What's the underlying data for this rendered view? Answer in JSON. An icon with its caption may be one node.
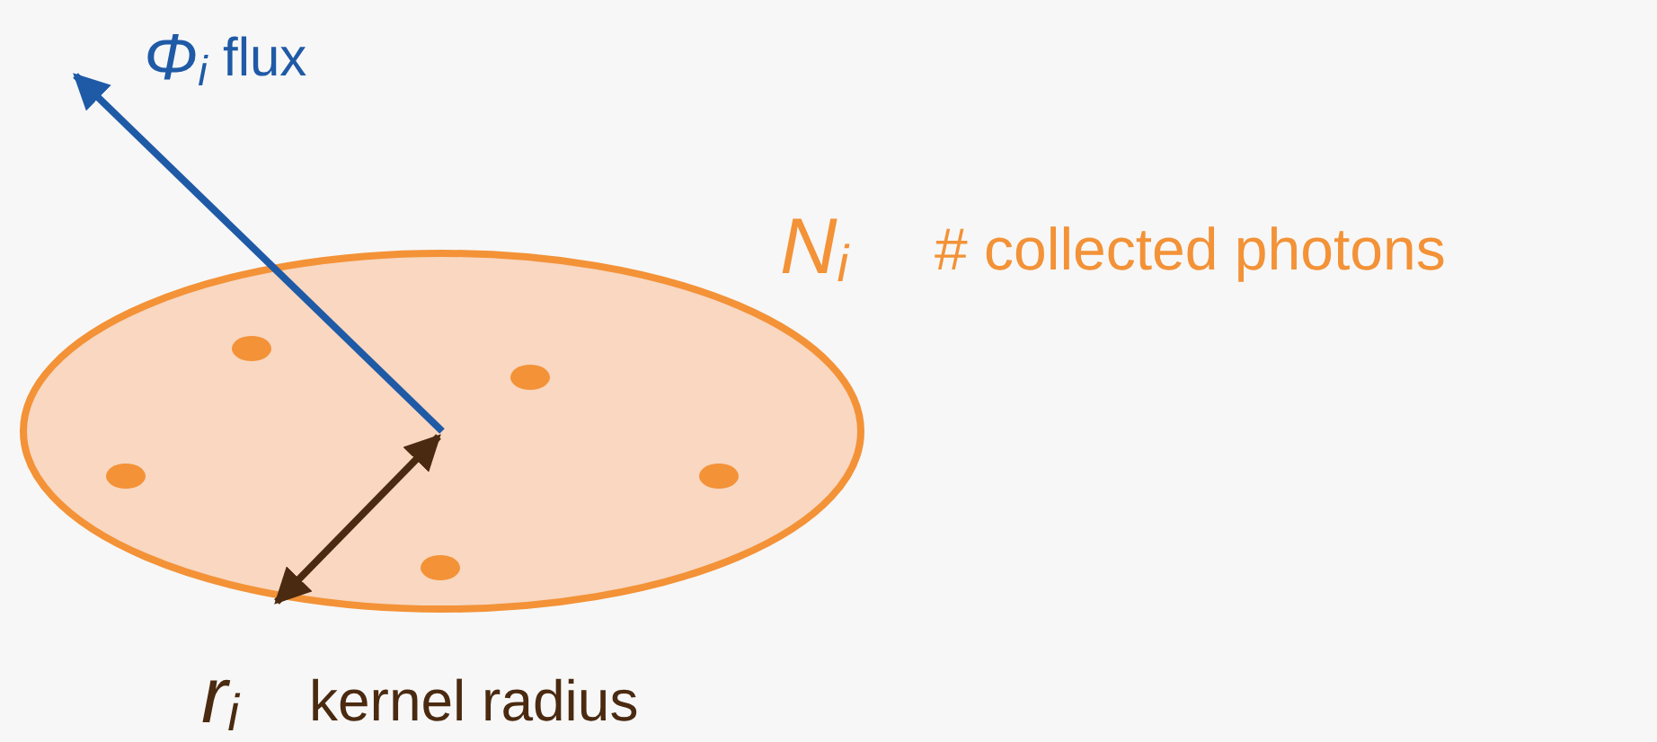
{
  "diagram": {
    "nodes": [
      {
        "text": [],
        "shape": "circle",
        "beside": [
          "N$_{i}$",
          "# collected photons"
        ]
      }
    ],
    "labels": [
      "Φ$_{i}$",
      "flux",
      "r$_{i}$",
      "kernel radius"
    ]
  }
}
